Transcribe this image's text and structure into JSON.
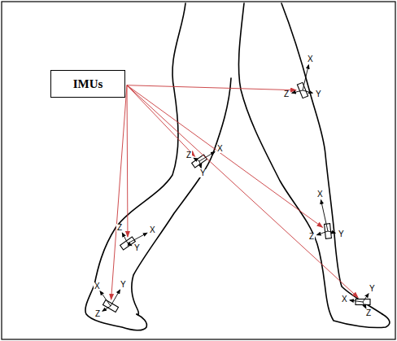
{
  "diagram": {
    "nodes": [
      {
        "text": [
          "IMUs"
        ]
      }
    ],
    "labels": [
      "Z",
      "X",
      "Y",
      "Z",
      "X",
      "Y",
      "X",
      "Y",
      "Z",
      "X",
      "Z",
      "Y",
      "X",
      "Z",
      "Y",
      "X",
      "Y",
      "Z"
    ]
  }
}
